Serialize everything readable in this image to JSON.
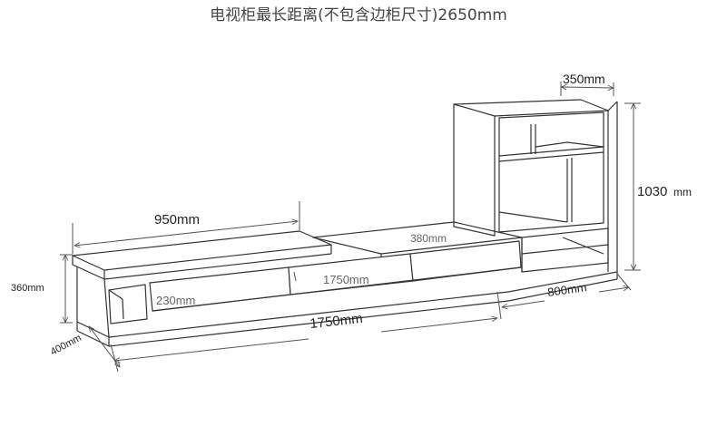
{
  "title": "电视柜最长距离(不包含边柜尺寸)2650mm",
  "dimensions": {
    "shelf_depth": "350mm",
    "shelf_height": "1030",
    "shelf_height_unit": "mm",
    "top_width": "950mm",
    "tv_height": "360mm",
    "drawer_width": "380mm",
    "middle_length": "1750mm",
    "open_width": "230mm",
    "depth": "400mm",
    "total_length": "1750mm",
    "side_length": "800mm"
  },
  "colors": {
    "line": "#333333",
    "dim_line": "#555555",
    "text": "#222222"
  }
}
